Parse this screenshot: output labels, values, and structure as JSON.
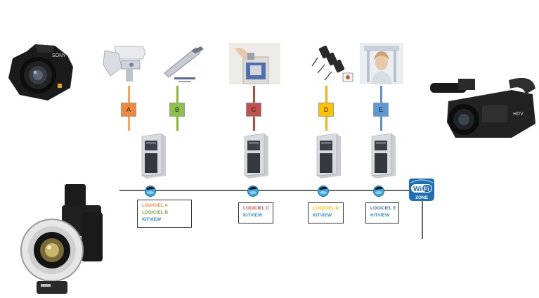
{
  "connectors": [
    {
      "label": "A",
      "color": "#f08a3a",
      "line": "#f7a35a"
    },
    {
      "label": "B",
      "color": "#8cc24a",
      "line": "#8cb83a"
    },
    {
      "label": "C",
      "color": "#c0504d",
      "line": "#b34a3a"
    },
    {
      "label": "D",
      "color": "#ffc000",
      "line": "#f2b700"
    },
    {
      "label": "E",
      "color": "#5b9bd5",
      "line": "#5b8fd0"
    }
  ],
  "software_boxes": [
    {
      "lines": [
        {
          "text": "LOGICIEL  A",
          "color": "#f08a3a"
        },
        {
          "text": "LOGICIEL  B",
          "color": "#7aa83a"
        },
        {
          "text": "KITVIEW",
          "color": "#2f8fd8"
        }
      ]
    },
    {
      "lines": [
        {
          "text": "LOGICIEL  C",
          "color": "#c0504d"
        },
        {
          "text": "KITVIEW",
          "color": "#2f8fd8"
        }
      ]
    },
    {
      "lines": [
        {
          "text": "LOGICIEL  D",
          "color": "#ffc000"
        },
        {
          "text": "KITVIEW",
          "color": "#2f8fd8"
        }
      ]
    },
    {
      "lines": [
        {
          "text": "LOGICIEL  E",
          "color": "#4a6fa5"
        },
        {
          "text": "KITVIEW",
          "color": "#2f8fd8"
        }
      ]
    }
  ],
  "wifi": {
    "brand": "Wi",
    "brand_fi": "Fi",
    "zone": "ZONE",
    "color": "#1f6fb5"
  },
  "camera_brand": "SONY",
  "camcorder_brand": "HDV"
}
